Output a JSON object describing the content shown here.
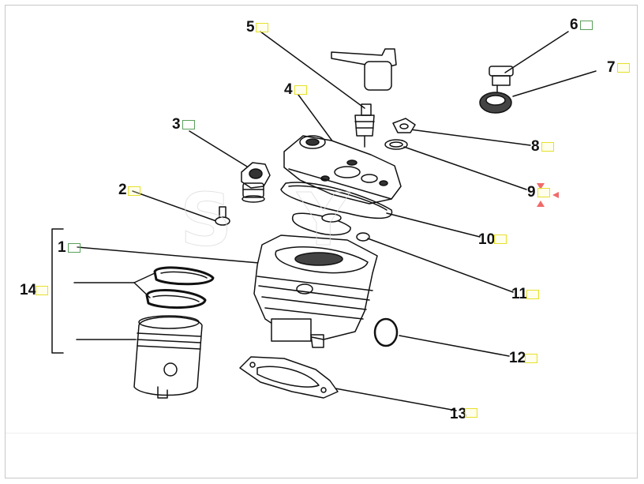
{
  "diagram": {
    "parts": [
      {
        "id": "1",
        "label": "1"
      },
      {
        "id": "2",
        "label": "2"
      },
      {
        "id": "3",
        "label": "3"
      },
      {
        "id": "4",
        "label": "4"
      },
      {
        "id": "5",
        "label": "5"
      },
      {
        "id": "6",
        "label": "6"
      },
      {
        "id": "7",
        "label": "7"
      },
      {
        "id": "8",
        "label": "8"
      },
      {
        "id": "9",
        "label": "9"
      },
      {
        "id": "10",
        "label": "10"
      },
      {
        "id": "11",
        "label": "11"
      },
      {
        "id": "12",
        "label": "12"
      },
      {
        "id": "13",
        "label": "13"
      },
      {
        "id": "14",
        "label": "14"
      }
    ],
    "colors": {
      "line": "#111111",
      "hotspot_green": "#5aa05a",
      "hotspot_yellow": "#e6e02a",
      "marker": "#f06a6a",
      "watermark": "#dcdcdc"
    }
  }
}
